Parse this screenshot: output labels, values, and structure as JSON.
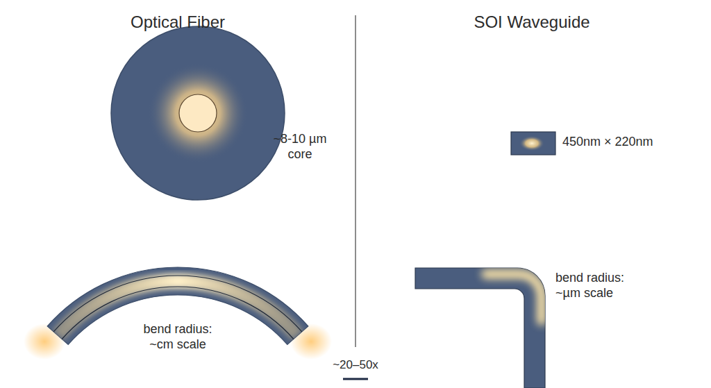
{
  "diagram": {
    "labels": [
      "Optical Fiber",
      "SOI Waveguide",
      "~8-10 µm core",
      "450nm × 220nm",
      "bend radius: ~µm scale",
      "bend radius: ~cm scale",
      "~20–50x"
    ]
  }
}
